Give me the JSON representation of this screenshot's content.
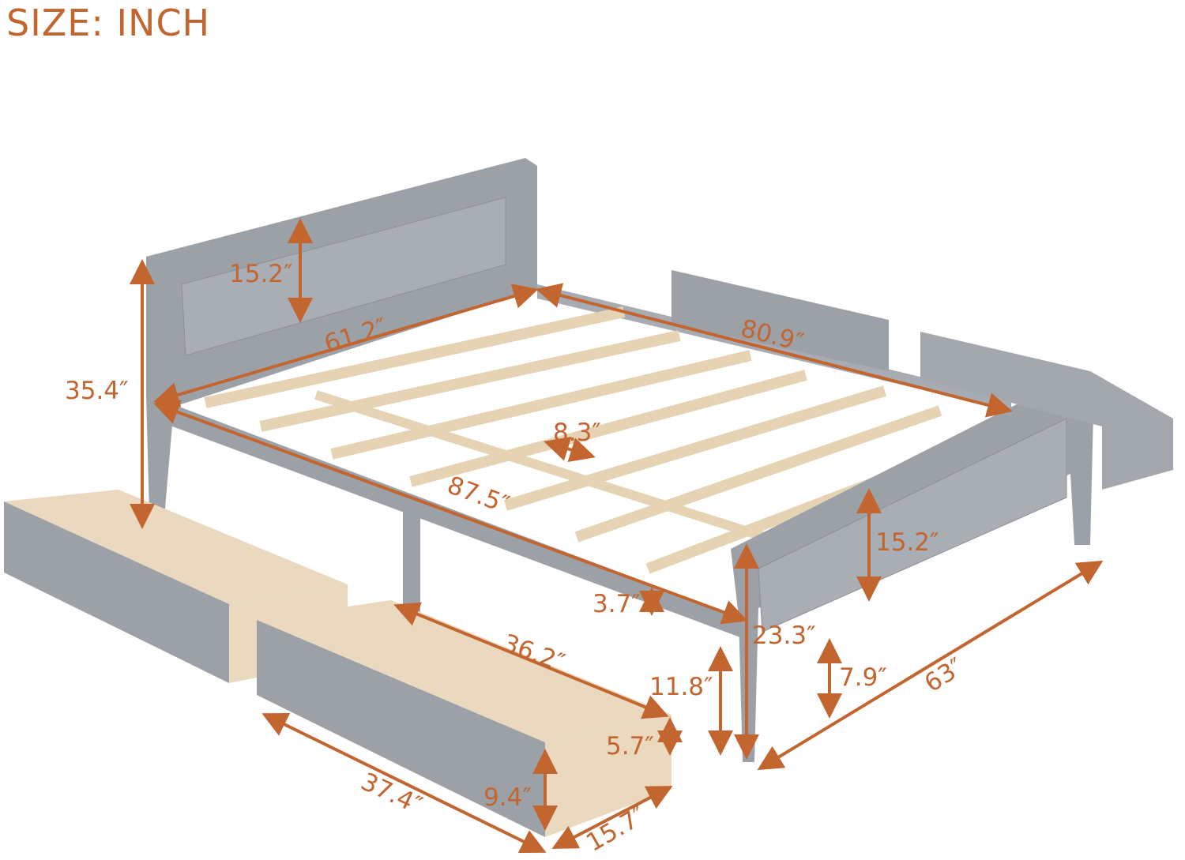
{
  "title": "SIZE: INCH",
  "colors": {
    "dimension": "#c2652f",
    "frame": "#9ca1a8",
    "wood": "#ead9bf"
  },
  "dimensions": {
    "headboard_panel_height": "15.2″",
    "headboard_width": "61.2″",
    "inner_length": "80.9″",
    "headboard_height": "35.4″",
    "slat_gap": "8.3″",
    "overall_length": "87.5″",
    "footboard_panel_height": "15.2″",
    "rail_height": "3.7″",
    "footboard_height": "23.3″",
    "floor_to_rail": "11.8″",
    "under_bed_clearance": "7.9″",
    "overall_width": "63″",
    "drawer_inner_length": "36.2″",
    "drawer_inner_depth": "5.7″",
    "drawer_length": "37.4″",
    "drawer_height": "9.4″",
    "drawer_width": "15.7″"
  }
}
